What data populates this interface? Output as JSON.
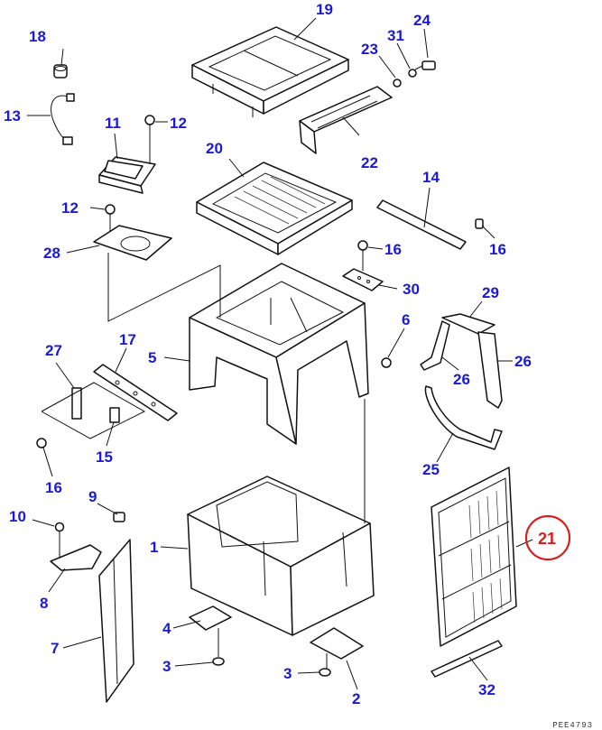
{
  "callouts": {
    "c1": "1",
    "c2": "2",
    "c3a": "3",
    "c3b": "3",
    "c4": "4",
    "c5": "5",
    "c6": "6",
    "c7": "7",
    "c8": "8",
    "c9": "9",
    "c10": "10",
    "c11": "11",
    "c12a": "12",
    "c12b": "12",
    "c13": "13",
    "c14": "14",
    "c15": "15",
    "c16a": "16",
    "c16b": "16",
    "c16c": "16",
    "c17": "17",
    "c18": "18",
    "c19": "19",
    "c20": "20",
    "c21": "21",
    "c22": "22",
    "c23": "23",
    "c24": "24",
    "c25": "25",
    "c26a": "26",
    "c26b": "26",
    "c27": "27",
    "c28": "28",
    "c29": "29",
    "c30": "30",
    "c31": "31",
    "c32": "32"
  },
  "highlighted_part": "21",
  "colors": {
    "callout": "#1a1ad6",
    "highlight": "#d91e1e",
    "line": "#111111"
  },
  "doc_code": "PEE4793"
}
